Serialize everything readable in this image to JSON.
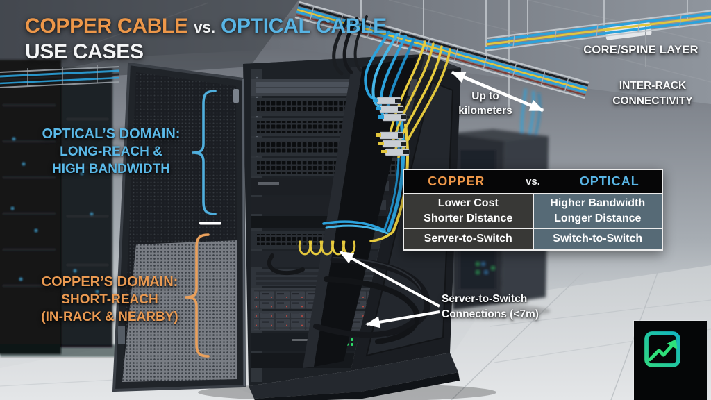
{
  "title": {
    "copper": "COPPER CABLE",
    "vs": "vs.",
    "optical": "OPTICAL CABLE",
    "subtitle": "USE CASES"
  },
  "annotations": {
    "optical_domain": [
      "OPTICAL’S DOMAIN:",
      "LONG-REACH &",
      "HIGH BANDWIDTH"
    ],
    "copper_domain": [
      "COPPER’S DOMAIN:",
      "SHORT-REACH",
      "(IN-RACK & NEARBY)"
    ],
    "distance": [
      "Up to",
      "kilometers"
    ],
    "core_spine": "CORE/SPINE LAYER",
    "inter_rack": [
      "INTER-RACK",
      "CONNECTIVITY"
    ],
    "server_switch": [
      "Server-to-Switch",
      "Connections (<7m)"
    ]
  },
  "table": {
    "header": {
      "copper": "COPPER",
      "vs": "vs.",
      "optical": "OPTICAL"
    },
    "rows": [
      {
        "copper": [
          "Lower Cost",
          "Shorter Distance"
        ],
        "optical": [
          "Higher Bandwidth",
          "Longer Distance"
        ]
      },
      {
        "copper": [
          "Server-to-Switch"
        ],
        "optical": [
          "Switch-to-Switch"
        ]
      }
    ]
  },
  "colors": {
    "copper_accent": "#ED9749",
    "optical_accent": "#58B4E4",
    "cable_blue": "#2BA2DC",
    "cable_yellow": "#E8CC3E",
    "logo_green": "#2FD584",
    "logo_teal": "#12B5C0"
  },
  "icons": {
    "logo": "chip-growth-arrow-icon"
  }
}
